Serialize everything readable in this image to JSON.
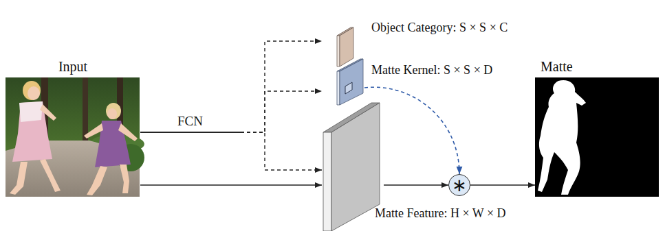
{
  "diagram": {
    "nodes": [
      {
        "text": [
          "Input"
        ]
      },
      {
        "text": [
          "Object Category: S × S × C"
        ]
      },
      {
        "text": [
          "Matte Kernel: S × S × D"
        ]
      },
      {
        "text": [
          "Matte Feature: H × W × D"
        ]
      },
      {
        "text": [
          "∗"
        ]
      },
      {
        "text": [
          "Matte"
        ]
      }
    ],
    "edges": [
      {
        "from": 0,
        "to": 1,
        "arrow": "to"
      },
      {
        "from": 0,
        "to": 2,
        "arrow": "to"
      },
      {
        "from": 0,
        "to": 3,
        "arrow": "to"
      },
      {
        "from": 0,
        "to": 3,
        "arrow": "to"
      },
      {
        "from": 3,
        "to": 4,
        "arrow": "to"
      },
      {
        "from": 2,
        "to": 4,
        "arrow": "to"
      },
      {
        "from": 4,
        "to": 5,
        "arrow": "to"
      }
    ],
    "labels": [
      "FCN"
    ]
  }
}
